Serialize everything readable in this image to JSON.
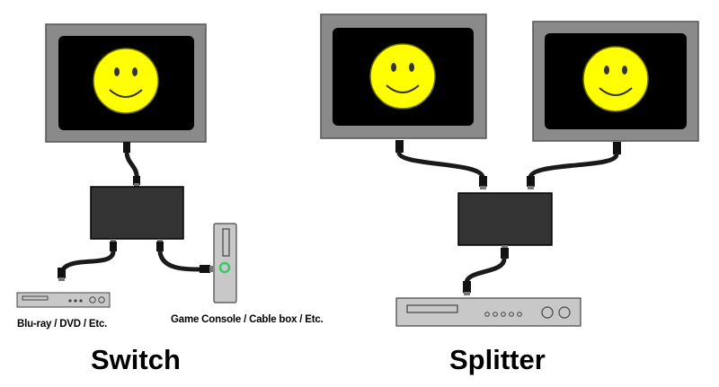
{
  "diagrams": {
    "switch": {
      "title": "Switch",
      "source_labels": {
        "bluray": "Blu-ray / DVD / Etc.",
        "game_console": "Game Console / Cable box / Etc."
      }
    },
    "splitter": {
      "title": "Splitter"
    }
  },
  "colors": {
    "tv_frame": "#8a8a8a",
    "tv_screen": "#000000",
    "smiley": "#ffff00",
    "device_box": "#333333",
    "cable": "#1a1a1a",
    "player_body": "#c8c8c8",
    "console_indicator": "#33cc66"
  },
  "icons": [
    "tv-icon",
    "smiley-icon",
    "switch-box-icon",
    "splitter-box-icon",
    "bluray-player-icon",
    "game-console-icon",
    "hdmi-cable-icon"
  ]
}
